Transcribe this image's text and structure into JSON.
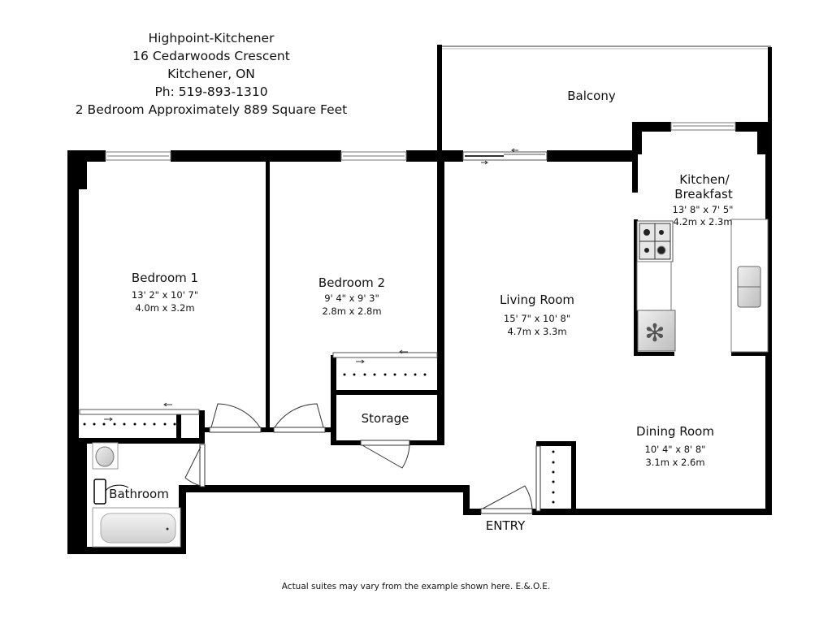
{
  "header": {
    "lines": [
      "Highpoint-Kitchener",
      "16 Cedarwoods Crescent",
      "Kitchener, ON",
      "Ph: 519-893-1310",
      "2 Bedroom Approximately 889 Square Feet"
    ]
  },
  "rooms": {
    "balcony": {
      "name": "Balcony"
    },
    "kitchen": {
      "name_line1": "Kitchen/",
      "name_line2": "Breakfast",
      "imperial": "13' 8\" x 7' 5\"",
      "metric": "4.2m x 2.3m"
    },
    "bedroom1": {
      "name": "Bedroom 1",
      "imperial": "13' 2\" x 10' 7\"",
      "metric": "4.0m x 3.2m"
    },
    "bedroom2": {
      "name": "Bedroom 2",
      "imperial": "9' 4\" x 9' 3\"",
      "metric": "2.8m x 2.8m"
    },
    "living": {
      "name": "Living Room",
      "imperial": "15' 7\" x 10' 8\"",
      "metric": "4.7m x 3.3m"
    },
    "dining": {
      "name": "Dining Room",
      "imperial": "10' 4\" x 8' 8\"",
      "metric": "3.1m x 2.6m"
    },
    "storage": {
      "name": "Storage"
    },
    "bathroom": {
      "name": "Bathroom"
    },
    "entry": {
      "name": "ENTRY"
    }
  },
  "footer": {
    "disclaimer": "Actual suites may vary from the example shown here. E.&.O.E."
  },
  "colors": {
    "wall": "#000000",
    "background": "#ffffff",
    "fixture": "#d9d9d9",
    "window": "#888888"
  }
}
